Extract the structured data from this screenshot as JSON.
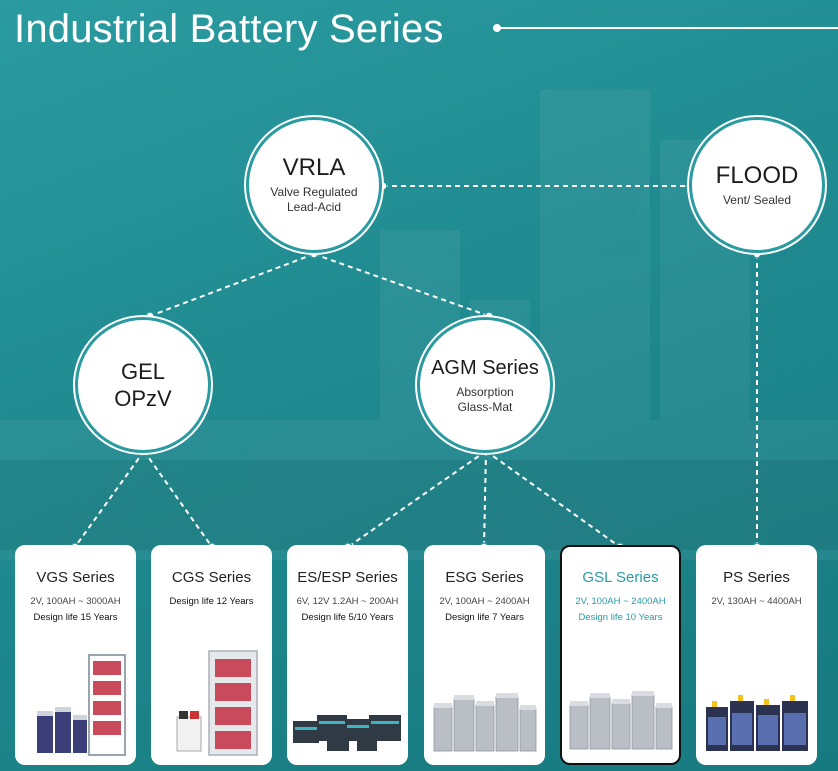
{
  "title": "Industrial Battery Series",
  "nodes": {
    "vrla": {
      "title": "VRLA",
      "sub_line1": "Valve Regulated",
      "sub_line2": "Lead-Acid"
    },
    "flood": {
      "title": "FLOOD",
      "sub_line1": "Vent/ Sealed"
    },
    "gel": {
      "title_line1": "GEL",
      "title_line2": "OPzV"
    },
    "agm": {
      "title": "AGM Series",
      "sub_line1": "Absorption",
      "sub_line2": "Glass-Mat"
    }
  },
  "cards": [
    {
      "title": "VGS Series",
      "spec": "2V, 100AH ~ 3000AH",
      "life": "Design life 15 Years"
    },
    {
      "title": "CGS Series",
      "spec": "",
      "life": "Design life 12 Years"
    },
    {
      "title": "ES/ESP Series",
      "spec": "6V, 12V 1.2AH ~ 200AH",
      "life": "Design life 5/10 Years"
    },
    {
      "title": "ESG Series",
      "spec": "2V, 100AH ~ 2400AH",
      "life": "Design life 7 Years"
    },
    {
      "title": "GSL Series",
      "spec": "2V, 100AH ~ 2400AH",
      "life": "Design life 10 Years"
    },
    {
      "title": "PS Series",
      "spec": "2V, 130AH ~ 4400AH",
      "life": ""
    }
  ],
  "colors": {
    "background": "#2a9ba0",
    "accent": "#2a9aa6",
    "node_fill": "#ffffff"
  }
}
